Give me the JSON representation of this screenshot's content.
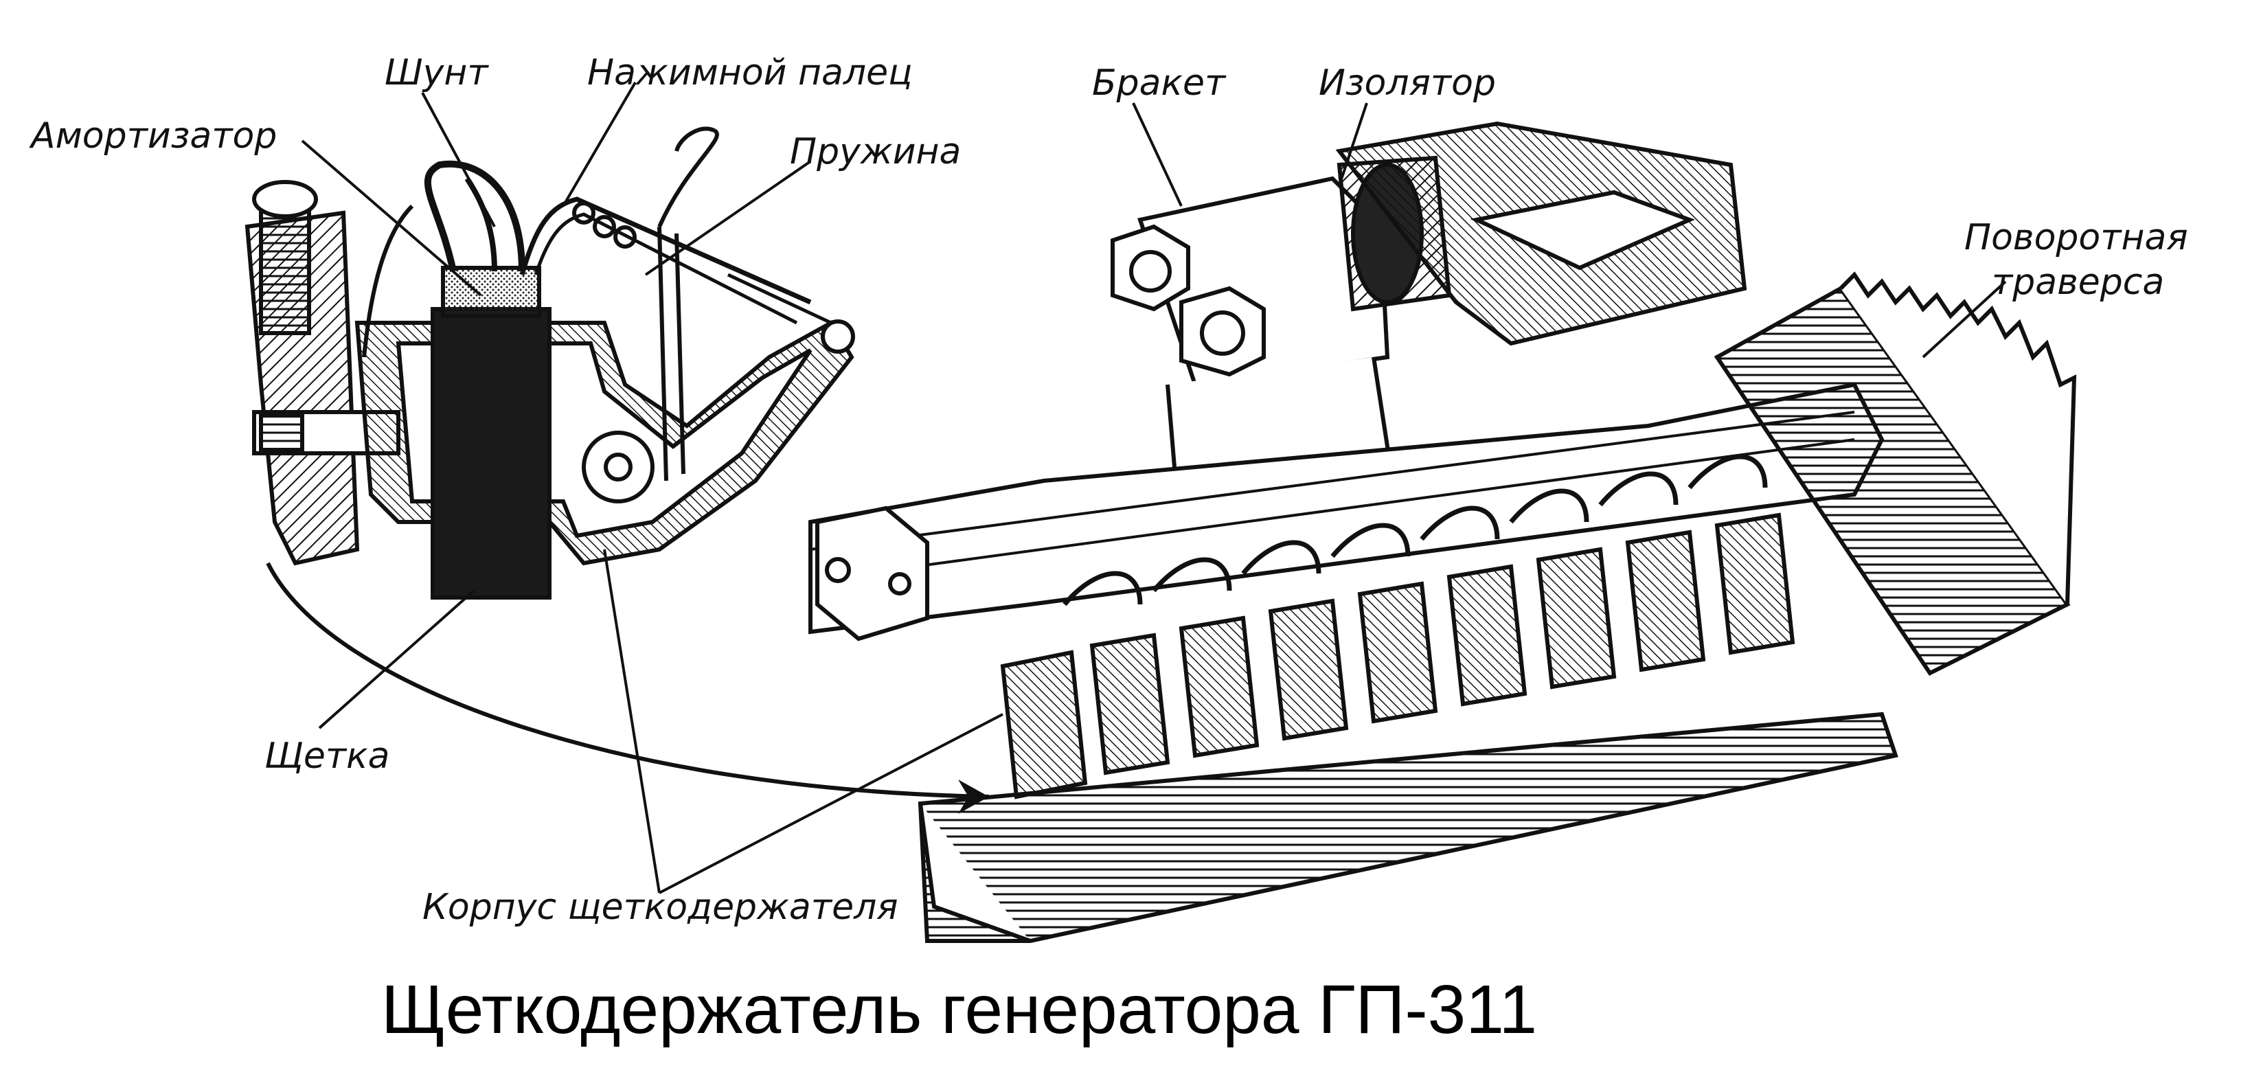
{
  "labels": {
    "shunt": "Шунт",
    "pressure_finger": "Нажимной палец",
    "shock_absorber": "Амортизатор",
    "spring": "Пружина",
    "bracket": "Бракет",
    "insulator": "Изолятор",
    "rotary_traverse_line1": "Поворотная",
    "rotary_traverse_line2": "траверса",
    "brush": "Щетка",
    "holder_body": "Корпус щеткодержателя"
  },
  "caption": "Щеткодержатель генератора ГП-311",
  "colors": {
    "ink": "#111111",
    "background": "#ffffff",
    "brush_fill": "#1a1a1a",
    "shock_absorber_fill": "#555555"
  }
}
